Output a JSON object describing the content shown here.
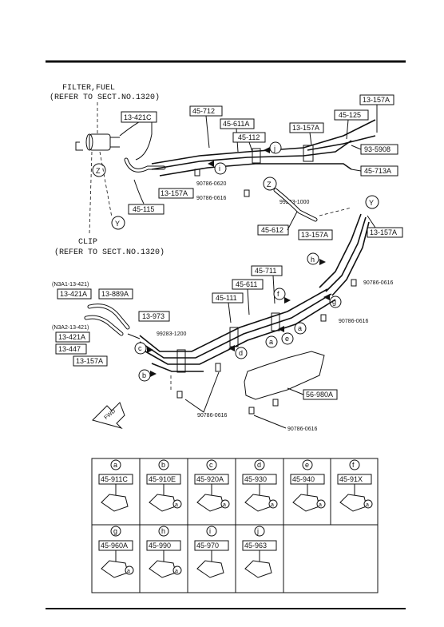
{
  "notes": {
    "filter_line1": "FILTER,FUEL",
    "filter_line2": "(REFER TO SECT.NO.1320)",
    "clip_line1": "CLIP",
    "clip_line2": "(REFER TO SECT.NO.1320)",
    "n3a1": "(N3A1-13-421)",
    "n3a2": "(N3A2-13-421)",
    "fwd": "FWD"
  },
  "parts": {
    "p13_421C": "13-421C",
    "p45_712": "45-712",
    "p45_611A": "45-611A",
    "p45_112": "45-112",
    "p13_157A_tr": "13-157A",
    "p45_125": "45-125",
    "p13_157A_mid": "13-157A",
    "p93_5908": "93-5908",
    "p45_713A": "45-713A",
    "p13_157A_left": "13-157A",
    "p45_115": "45-115",
    "p90786_0620": "90786-0620",
    "p90786_0616_a": "90786-0616",
    "p99283_1000": "99283-1000",
    "p45_612": "45-612",
    "p13_157A_c": "13-157A",
    "p13_157A_r": "13-157A",
    "p45_711": "45-711",
    "p45_611": "45-611",
    "p45_111": "45-111",
    "p90786_0616_b": "90786-0616",
    "p90786_0616_c": "90786-0616",
    "p13_421A_1": "13-421A",
    "p13_889A": "13-889A",
    "p13_973": "13-973",
    "p13_421A_2": "13-421A",
    "p99283_1200": "99283-1200",
    "p13_447": "13-447",
    "p13_157A_bl": "13-157A",
    "p90786_0616_d": "90786-0616",
    "p56_980A": "56-980A",
    "p90786_0616_e": "90786-0616"
  },
  "callouts": {
    "Z1": "Z",
    "Y1": "Y",
    "Z2": "Z",
    "Y2": "Y",
    "i": "i",
    "j": "j",
    "h": "h",
    "f": "f",
    "g": "g",
    "e": "e",
    "a1": "a",
    "a2": "a",
    "d": "d",
    "c": "c",
    "b": "b"
  },
  "legend": {
    "row1": [
      {
        "letter": "a",
        "part": "45-911C",
        "sub": ""
      },
      {
        "letter": "b",
        "part": "45-910E",
        "sub": "a"
      },
      {
        "letter": "c",
        "part": "45-920A",
        "sub": "a"
      },
      {
        "letter": "d",
        "part": "45-930",
        "sub": "a"
      },
      {
        "letter": "e",
        "part": "45-940",
        "sub": "a"
      },
      {
        "letter": "f",
        "part": "45-91X",
        "sub": "a"
      }
    ],
    "row2": [
      {
        "letter": "g",
        "part": "45-960A",
        "sub": "a"
      },
      {
        "letter": "h",
        "part": "45-990",
        "sub": "a"
      },
      {
        "letter": "i",
        "part": "45-970",
        "sub": ""
      },
      {
        "letter": "j",
        "part": "45-963",
        "sub": ""
      }
    ]
  }
}
